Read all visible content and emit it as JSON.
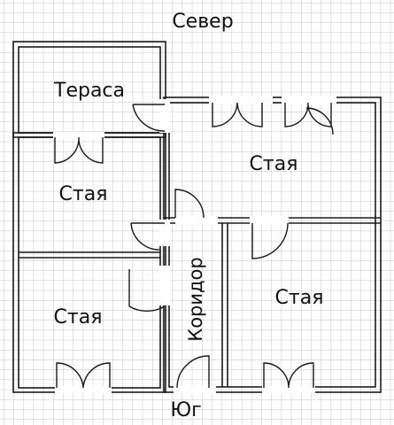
{
  "compass": {
    "north": "Север",
    "south": "Юг"
  },
  "rooms": {
    "terrace": "Тераса",
    "room_upper_left": "Стая",
    "room_lower_left": "Стая",
    "room_upper_right": "Стая",
    "room_lower_right": "Стая",
    "corridor": "Коридор"
  },
  "colors": {
    "background": "#ffffff",
    "grid": "#c4c4c4",
    "wall": "#1a1a1a",
    "text": "#111111"
  }
}
